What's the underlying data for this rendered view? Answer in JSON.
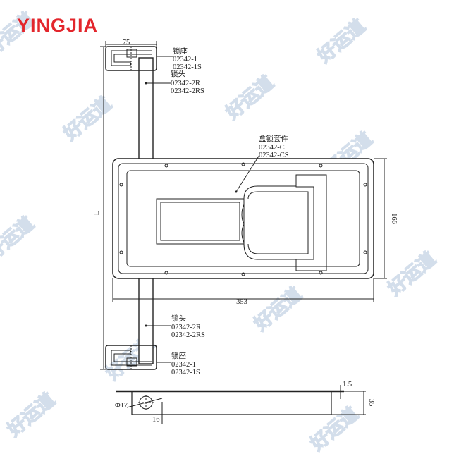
{
  "logo": {
    "text": "YINGJIA",
    "color": "#e3262c"
  },
  "watermark": "好运道",
  "labels": {
    "top_seat": {
      "name": "锁座",
      "codes": [
        "02342-1",
        "02342-1S"
      ]
    },
    "top_head": {
      "name": "锁头",
      "codes": [
        "02342-2R",
        "02342-2RS"
      ]
    },
    "kit": {
      "name": "盒锁套件",
      "codes": [
        "02342-C",
        "02342-CS"
      ]
    },
    "bottom_head": {
      "name": "锁头",
      "codes": [
        "02342-2R",
        "02342-2RS"
      ]
    },
    "bottom_seat": {
      "name": "锁座",
      "codes": [
        "02342-1",
        "02342-1S"
      ]
    }
  },
  "dimensions": {
    "seat_width": "75",
    "length": "L",
    "plate_width": "353",
    "plate_height": "166",
    "hole_diameter": "Φ17",
    "hole_offset": "16",
    "flange": "1.5",
    "depth": "35"
  }
}
